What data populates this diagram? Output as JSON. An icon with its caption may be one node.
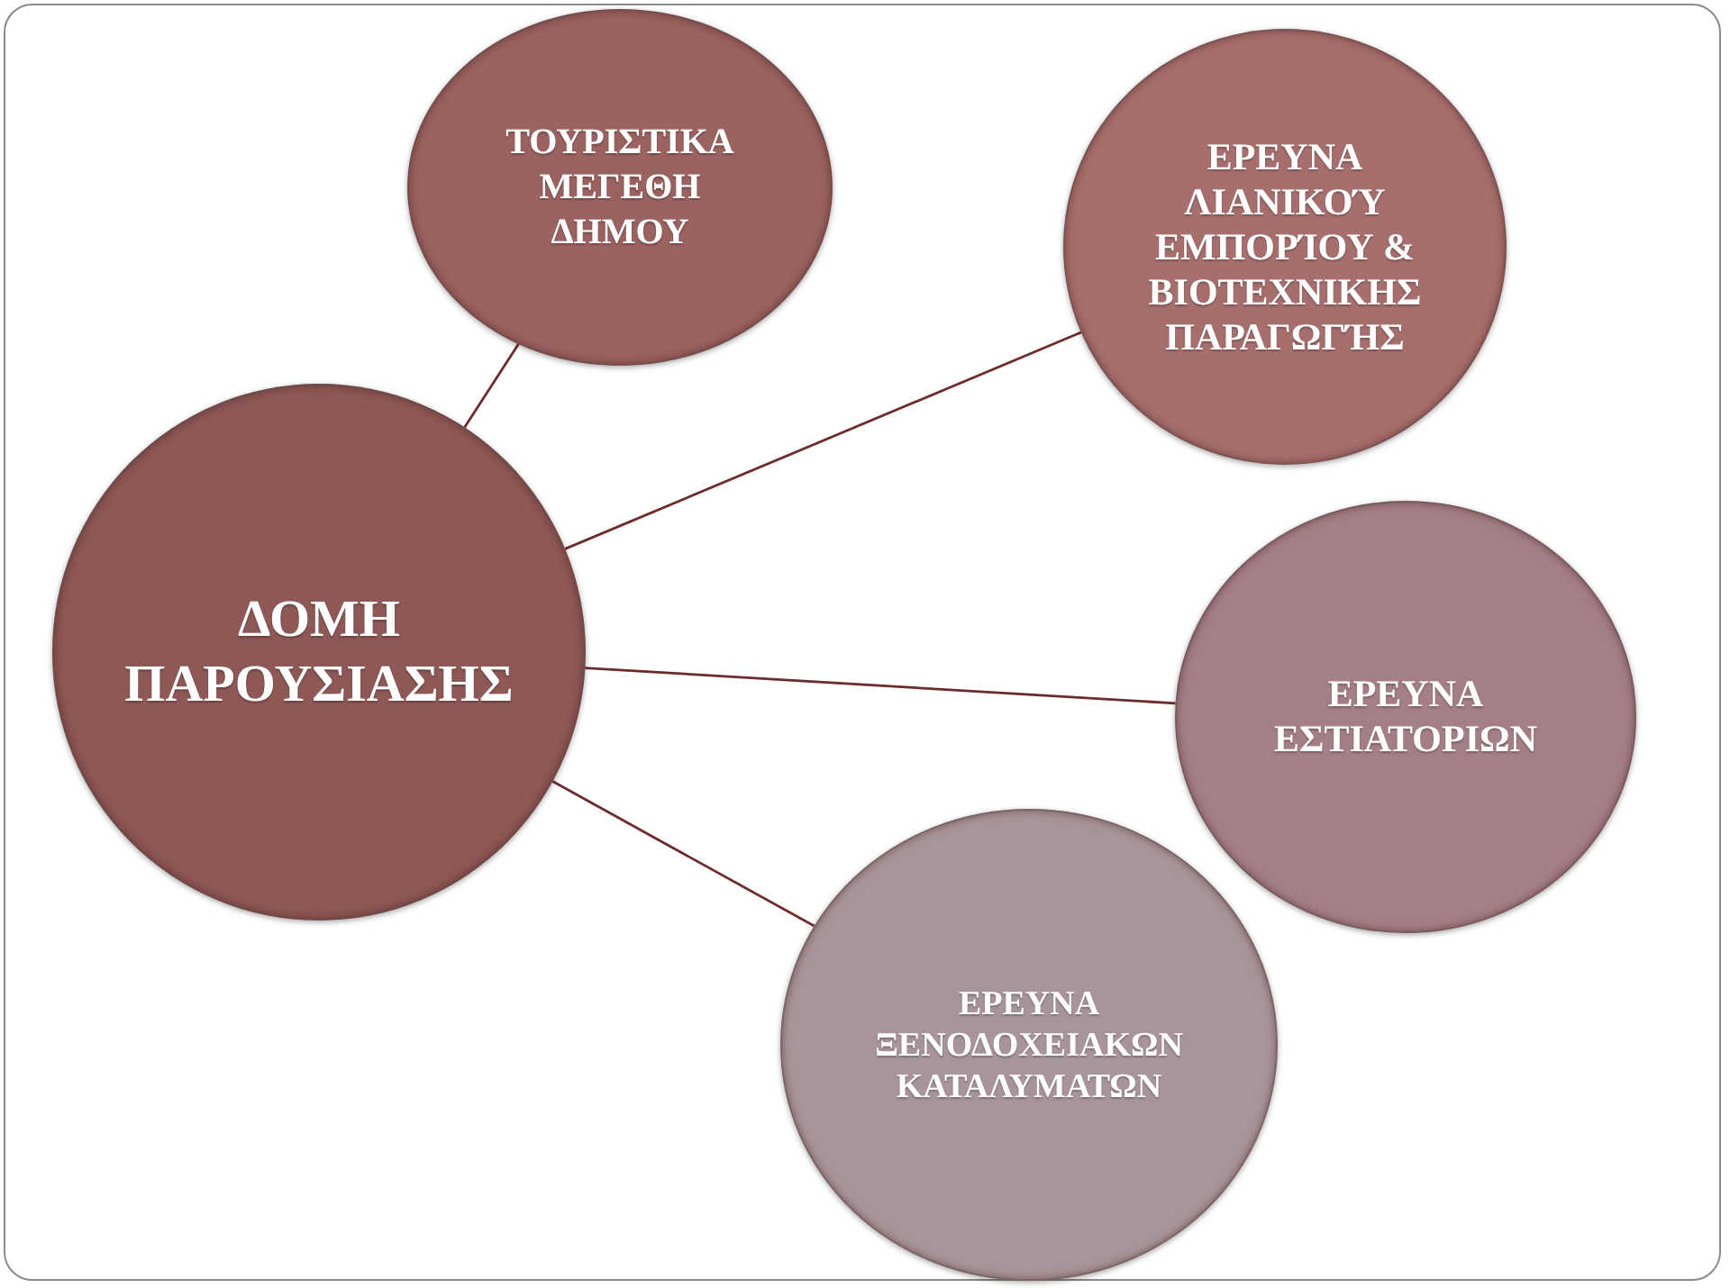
{
  "diagram": {
    "nodes": [
      {
        "text": [
          "ΔΟΜΗ ΠΑΡΟΥΣΙΑΣΗΣ"
        ]
      },
      {
        "text": [
          "ΤΟΥΡΙΣΤΙΚΑ ΜΕΓΕΘΗ ΔΗΜΟΥ"
        ]
      },
      {
        "text": [
          "ΕΡΕΥΝΑ ΛΙΑΝΙΚΟΎ ΕΜΠΟΡΊΟΥ & ΒΙΟΤΕΧΝΙΚΗΣ ΠΑΡΑΓΩΓΉΣ"
        ]
      },
      {
        "text": [
          "ΕΡΕΥΝΑ ΕΣΤΙΑΤΟΡΙΩΝ"
        ]
      },
      {
        "text": [
          "ΕΡΕΥΝΑ ΞΕΝΟΔΟΧΕΙΑΚΩΝ ΚΑΤΑΛΥΜΑΤΩΝ"
        ]
      }
    ],
    "edges": [
      {
        "from": 0,
        "to": 1,
        "arrow": "none"
      },
      {
        "from": 0,
        "to": 2,
        "arrow": "none"
      },
      {
        "from": 0,
        "to": 3,
        "arrow": "none"
      },
      {
        "from": 0,
        "to": 4,
        "arrow": "none"
      }
    ]
  }
}
